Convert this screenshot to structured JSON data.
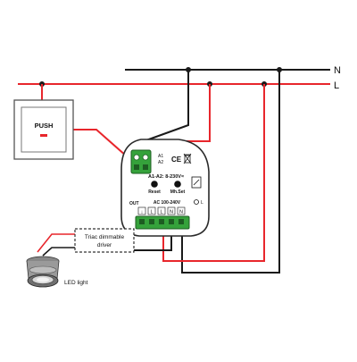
{
  "bus": {
    "neutral_label": "N",
    "live_label": "L"
  },
  "push_switch": {
    "label": "PUSH"
  },
  "module": {
    "input_marks": [
      "A1",
      "A2"
    ],
    "rating": "A1-A2: 8-230V≈",
    "reset_label": "Reset",
    "mh_set_label": "Mh.Set",
    "ac_range": "AC 100-240V",
    "out_label": "OUT",
    "terminals": [
      "↓",
      "L",
      "L",
      "N",
      "N"
    ],
    "side_terminal_mark": "L"
  },
  "driver": {
    "line1": "Triac dimmable",
    "line2": "driver"
  },
  "lamp": {
    "label": "LED light"
  },
  "colors": {
    "live": "#e8262c",
    "neutral": "#1a1a1a",
    "terminal_green": "#35a23b",
    "module_body": "#ffffff",
    "module_outline": "#2a2a2a"
  }
}
